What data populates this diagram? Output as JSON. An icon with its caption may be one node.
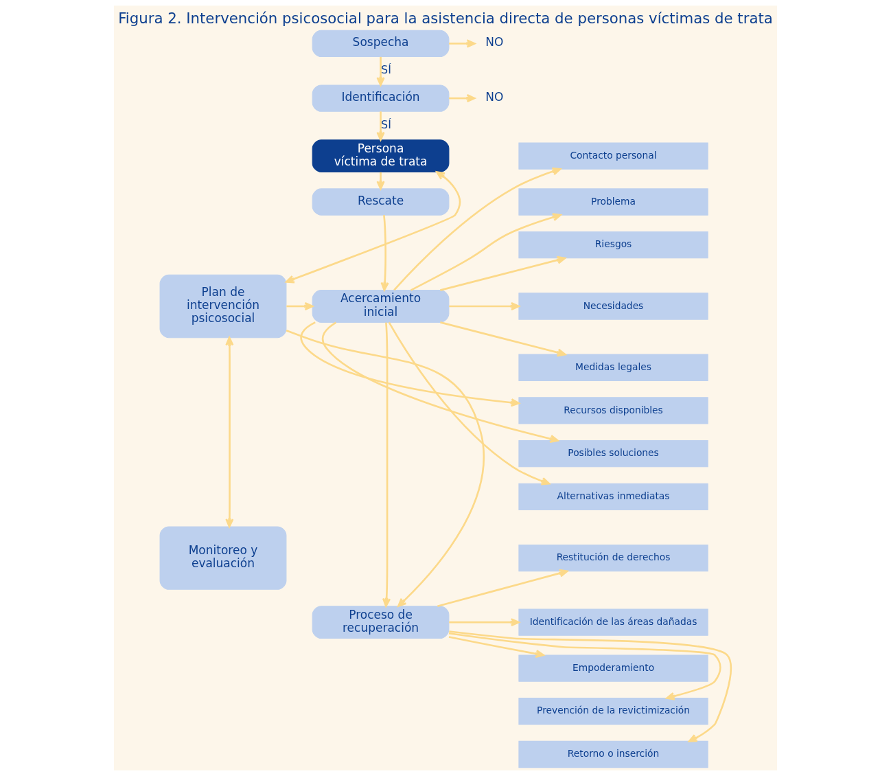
{
  "diagram": {
    "title": "Figura 2. Intervención psicosocial para la asistencia directa de personas víctimas de trata",
    "nodes": [
      {
        "text": [
          "Sospecha"
        ]
      },
      {
        "text": [
          "NO"
        ]
      },
      {
        "text": [
          "Identificación"
        ]
      },
      {
        "text": [
          "NO"
        ]
      },
      {
        "text": [
          "Persona víctima de trata"
        ]
      },
      {
        "text": [
          "Rescate"
        ]
      },
      {
        "text": [
          "Acercamiento inicial"
        ]
      },
      {
        "text": [
          "Proceso de recuperación"
        ]
      },
      {
        "text": [
          "Plan de intervención psicosocial"
        ]
      },
      {
        "text": [
          "Monitoreo y evaluación"
        ]
      },
      {
        "text": [
          "Contacto personal"
        ]
      },
      {
        "text": [
          "Problema"
        ]
      },
      {
        "text": [
          "Riesgos"
        ]
      },
      {
        "text": [
          "Necesidades"
        ]
      },
      {
        "text": [
          "Medidas legales"
        ]
      },
      {
        "text": [
          "Recursos disponibles"
        ]
      },
      {
        "text": [
          "Posibles soluciones"
        ]
      },
      {
        "text": [
          "Alternativas inmediatas"
        ]
      },
      {
        "text": [
          "Restitución de derechos"
        ]
      },
      {
        "text": [
          "Identificación de las áreas dañadas"
        ]
      },
      {
        "text": [
          "Empoderamiento"
        ]
      },
      {
        "text": [
          "Prevención de la revictimización"
        ]
      },
      {
        "text": [
          "Retorno o inserción"
        ]
      }
    ],
    "edges": [
      {
        "from": 0,
        "to": 1,
        "arrow": "to"
      },
      {
        "from": 0,
        "to": 2,
        "arrow": "to",
        "label": "SÍ"
      },
      {
        "from": 2,
        "to": 3,
        "arrow": "to"
      },
      {
        "from": 2,
        "to": 4,
        "arrow": "to",
        "label": "SÍ"
      },
      {
        "from": 4,
        "to": 5,
        "arrow": "to"
      },
      {
        "from": 5,
        "to": 6,
        "arrow": "to"
      },
      {
        "from": 6,
        "to": 7,
        "arrow": "to"
      },
      {
        "from": 8,
        "to": 4,
        "arrow": "both"
      },
      {
        "from": 8,
        "to": 6,
        "arrow": "to"
      },
      {
        "from": 8,
        "to": 7,
        "arrow": "to"
      },
      {
        "from": 8,
        "to": 9,
        "arrow": "both"
      },
      {
        "from": 6,
        "to": 10,
        "arrow": "to"
      },
      {
        "from": 6,
        "to": 11,
        "arrow": "to"
      },
      {
        "from": 6,
        "to": 12,
        "arrow": "to"
      },
      {
        "from": 6,
        "to": 13,
        "arrow": "to"
      },
      {
        "from": 6,
        "to": 14,
        "arrow": "to"
      },
      {
        "from": 6,
        "to": 15,
        "arrow": "to"
      },
      {
        "from": 6,
        "to": 16,
        "arrow": "to"
      },
      {
        "from": 6,
        "to": 17,
        "arrow": "to"
      },
      {
        "from": 7,
        "to": 18,
        "arrow": "to"
      },
      {
        "from": 7,
        "to": 19,
        "arrow": "to"
      },
      {
        "from": 7,
        "to": 20,
        "arrow": "to"
      },
      {
        "from": 7,
        "to": 21,
        "arrow": "to"
      },
      {
        "from": 7,
        "to": 22,
        "arrow": "to"
      }
    ]
  }
}
